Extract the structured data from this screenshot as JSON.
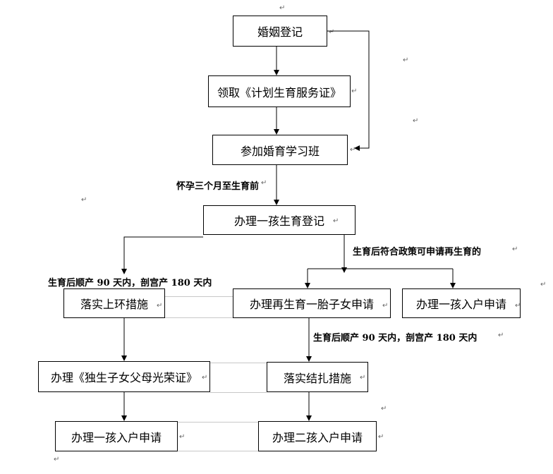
{
  "boxes": {
    "marriage": "婚姻登记",
    "certificate": "领取《计划生育服务证》",
    "class": "参加婚育学习班",
    "first_child_reg": "办理一孩生育登记",
    "iud": "落实上环措施",
    "second_child_app": "办理再生育一胎子女申请",
    "first_child_household_right": "办理一孩入户申请",
    "honor_cert": "办理《独生子女父母光荣证》",
    "ligation": "落实结扎措施",
    "first_child_household": "办理一孩入户申请",
    "second_child_household": "办理二孩入户申请"
  },
  "labels": {
    "pregnancy": "怀孕三个月至生育前",
    "policy": "生育后符合政策可申请再生育的",
    "postpartum_left": "生育后顺产 90 天内，剖宫产 180 天内",
    "postpartum_right": "生育后顺产 90 天内，剖宫产 180 天内"
  },
  "marks": {
    "para": "↵"
  }
}
